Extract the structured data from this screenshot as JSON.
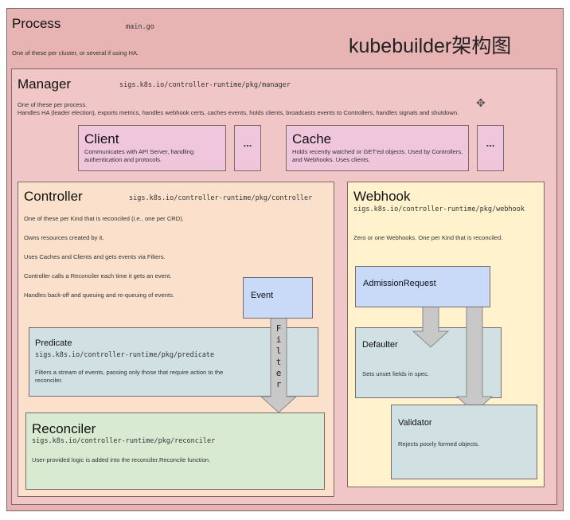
{
  "diagram_title": "kubebuilder架构图",
  "process": {
    "title": "Process",
    "path": "main.go",
    "desc": "One of these per cluster, or several if using HA."
  },
  "manager": {
    "title": "Manager",
    "path": "sigs.k8s.io/controller-runtime/pkg/manager",
    "desc1": "One of these per process.",
    "desc2": "Handles HA (leader election), exports metrics, handles webhook certs, caches events, holds clients, broadcasts events to Controllers, handles signals and shutdown."
  },
  "client": {
    "title": "Client",
    "desc": "Communicates with API Server, handling authentication and protocols."
  },
  "cache": {
    "title": "Cache",
    "desc": "Holds recently watched or GET'ed objects.  Used by Controllers, and Webhooks.  Uses clients."
  },
  "ellipsis": "...",
  "controller": {
    "title": "Controller",
    "path": "sigs.k8s.io/controller-runtime/pkg/controller",
    "lines": [
      "One of these per Kind that is reconciled (i.e., one per CRD).",
      "Owns resources created by it.",
      "Uses Caches and Clients and gets events via Filters.",
      "Controller calls a Reconciler each time it gets an event.",
      "Handles back-off and queuing and re-queuing of events."
    ]
  },
  "event": {
    "label": "Event"
  },
  "filter": {
    "letters": [
      "F",
      "i",
      "l",
      "t",
      "e",
      "r"
    ]
  },
  "predicate": {
    "title": "Predicate",
    "path": "sigs.k8s.io/controller-runtime/pkg/predicate",
    "desc": "Filters a stream of events, passing only those that require action to the reconciler."
  },
  "reconciler": {
    "title": "Reconciler",
    "path": "sigs.k8s.io/controller-runtime/pkg/reconciler",
    "desc": "User-provided logic is added into the reconciler.Reconcile function."
  },
  "webhook": {
    "title": "Webhook",
    "path": "sigs.k8s.io/controller-runtime/pkg/webhook",
    "desc": "Zero or one Webhooks.  One per Kind that is reconciled."
  },
  "admission": {
    "label": "AdmissionRequest"
  },
  "defaulter": {
    "title": "Defaulter",
    "desc": "Sets unset fields in spec."
  },
  "validator": {
    "title": "Validator",
    "desc": "Rejects poorly formed objects."
  },
  "colors": {
    "process_bg": "#e8b3b3",
    "manager_bg": "#f0c6c6",
    "client_bg": "#efc6dc",
    "controller_bg": "#fbe0cc",
    "webhook_bg": "#fff2cc",
    "event_bg": "#c9daf8",
    "predicate_bg": "#d0e0e3",
    "reconciler_bg": "#d9ead3",
    "arrow": "#c8c8c8"
  }
}
